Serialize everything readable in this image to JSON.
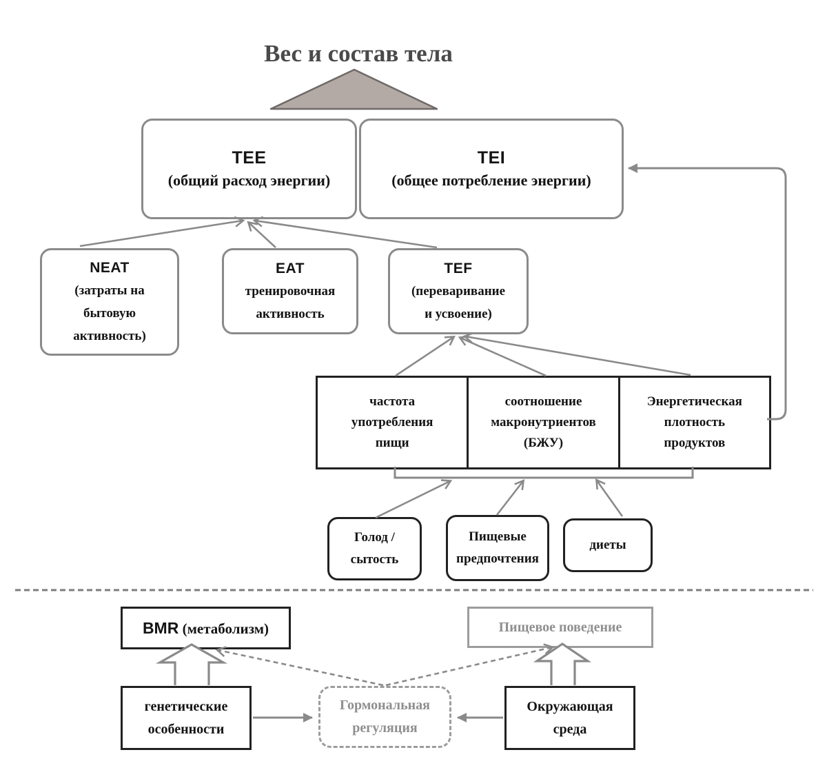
{
  "title": "Вес и состав тела",
  "colors": {
    "connector_gray": "#8a8a8a",
    "dark_border": "#212121",
    "muted_gray": "#8f8f8f",
    "triangle_fill": "#b3a9a5",
    "title_color": "#4a4a4a"
  },
  "energy": {
    "tee": {
      "acronym": "TEE",
      "desc": "(общий расход энергии)"
    },
    "tei": {
      "acronym": "TEI",
      "desc": "(общее потребление энергии)"
    }
  },
  "expenditure": {
    "neat": {
      "acronym": "NEAT",
      "lines": [
        "(затраты на",
        "бытовую",
        "активность)"
      ]
    },
    "eat": {
      "acronym": "EAT",
      "lines": [
        "тренировочная",
        "активность"
      ]
    },
    "tef": {
      "acronym": "TEF",
      "lines": [
        "(переваривание",
        "и усвоение)"
      ]
    }
  },
  "intake_factors": {
    "cells": [
      {
        "lines": [
          "частота",
          "употребления",
          "пищи"
        ]
      },
      {
        "lines": [
          "соотношение",
          "макронутриентов",
          "(БЖУ)"
        ]
      },
      {
        "lines": [
          "Энергетическая",
          "плотность",
          "продуктов"
        ]
      }
    ]
  },
  "behavior_factors": {
    "hunger": {
      "lines": [
        "Голод /",
        "сытость"
      ]
    },
    "preferences": {
      "lines": [
        "Пищевые",
        "предпочтения"
      ]
    },
    "diets": {
      "lines": [
        "диеты"
      ]
    }
  },
  "foundation": {
    "bmr": {
      "acronym": "BMR",
      "desc": "(метаболизм)"
    },
    "eating_behavior": {
      "label": "Пищевое поведение"
    },
    "genetics": {
      "lines": [
        "генетические",
        "особенности"
      ]
    },
    "hormonal": {
      "lines": [
        "Гормональная",
        "регуляция"
      ]
    },
    "environment": {
      "lines": [
        "Окружающая",
        "среда"
      ]
    }
  }
}
